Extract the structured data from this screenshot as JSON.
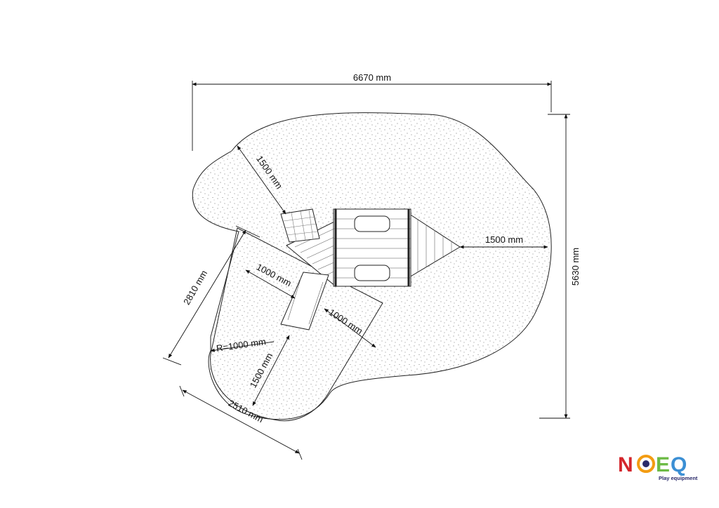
{
  "dimensions": {
    "overall_width": "6670 mm",
    "overall_height": "5630 mm",
    "clearance_top": "1500 mm",
    "clearance_right": "1500 mm",
    "zone_length": "2810 mm",
    "zone_width": "2510 mm",
    "slide_side": "1000 mm",
    "slide_right": "1000 mm",
    "radius": "R=1000 mm",
    "run_out": "1500 mm"
  },
  "logo": {
    "letter_1": "N",
    "letter_2": "O",
    "letter_3": "E",
    "letter_4": "Q",
    "tagline": "Play equipment",
    "colors": {
      "red": "#d4262c",
      "orange": "#f39c12",
      "navy": "#2a2a6a",
      "green": "#6dbb46",
      "blue": "#3b8fd4"
    }
  }
}
